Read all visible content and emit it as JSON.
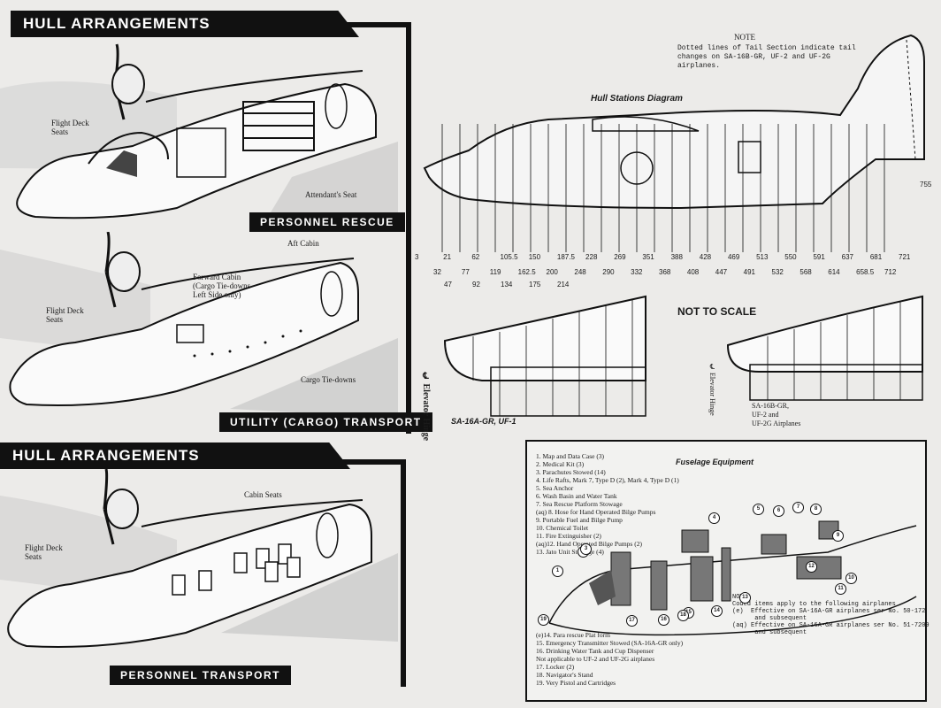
{
  "headers": {
    "top": "HULL ARRANGEMENTS",
    "bottom": "HULL ARRANGEMENTS"
  },
  "panels": {
    "rescue": {
      "caption": "PERSONNEL RESCUE",
      "labels": {
        "flight_deck": "Flight Deck\nSeats",
        "attendant": "Attendant's Seat"
      }
    },
    "cargo": {
      "caption": "UTILITY (CARGO) TRANSPORT",
      "labels": {
        "flight_deck": "Flight Deck\nSeats",
        "aft_cabin": "Aft Cabin",
        "forward_cabin": "Forward Cabin\n(Cargo Tie-downs\nLeft Side only)",
        "tie_downs": "Cargo Tie-downs"
      }
    },
    "transport": {
      "caption": "PERSONNEL TRANSPORT",
      "labels": {
        "flight_deck": "Flight Deck\nSeats",
        "cabin_seats": "Cabin Seats"
      }
    }
  },
  "note": {
    "title": "NOTE",
    "text": "Dotted lines of Tail Section indicate tail\nchanges on SA-16B-GR, UF-2 and UF-2G\nairplanes."
  },
  "hull_diagram": {
    "title": "Hull Stations Diagram",
    "stations_row1": [
      "3",
      "21",
      "62",
      "105.5",
      "150",
      "187.5",
      "228",
      "269",
      "351",
      "388",
      "428",
      "469",
      "513",
      "550",
      "591",
      "637",
      "681",
      "721"
    ],
    "stations_row2": [
      "32",
      "77",
      "119",
      "162.5",
      "200",
      "248",
      "290",
      "332",
      "368",
      "408",
      "447",
      "491",
      "532",
      "568",
      "614",
      "658.5",
      "712"
    ],
    "stations_row3": [
      "47",
      "92",
      "134",
      "175",
      "214"
    ],
    "tail_station": "755"
  },
  "tail_views": {
    "not_to_scale": "NOT TO SCALE",
    "hinge_left": "℄ Elevator Hinge",
    "hinge_right": "℄ Elevator Hinge",
    "left_caption": "SA-16A-GR, UF-1",
    "right_caption": "SA-16B-GR,\nUF-2 and\nUF-2G Airplanes"
  },
  "equipment": {
    "title": "Fuselage Equipment",
    "items_top": [
      "1.  Map and Data Case (3)",
      "2.  Medical Kit (3)",
      "3.  Parachutes Stowed (14)",
      "4.  Life Rafts, Mark 7, Type D (2), Mark 4, Type D (1)",
      "5.  Sea Anchor",
      "6.  Wash Basin and Water Tank",
      "7.  Sea Rescue Platform Stowage",
      "(aq) 8.  Hose for Hand Operated Bilge Pumps",
      "9.  Portable Fuel and Bilge Pump",
      "10.  Chemical Toilet",
      "11.  Fire Extinguisher (2)",
      "(aq)12.  Hand Operated Bilge Pumps (2)",
      "13.  Jato Unit Stowage (4)"
    ],
    "items_bottom": [
      "(e)14.  Para rescue Plat form",
      "15.  Emergency Transmitter Stowed (SA-16A-GR only)",
      "16.  Drinking Water Tank and Cup Dispenser",
      "     Not applicable to UF-2 and UF-2G airplanes",
      "17.  Locker (2)",
      "18.  Navigator's Stand",
      "19.  Very Pistol and Cartridges"
    ],
    "note": "NOTE:\nCoded items apply to the following airplanes\n(e)  Effective on SA-16A-GR airplanes ser No. 50-172\n      and subsequent\n(aq) Effective on SA-16A-GR airplanes ser No. 51-7209\n      and subsequent",
    "callouts": [
      "1",
      "2",
      "3",
      "4",
      "5",
      "6",
      "7",
      "8",
      "9",
      "10",
      "11",
      "12",
      "13",
      "14",
      "15",
      "16",
      "17",
      "18",
      "19"
    ]
  }
}
